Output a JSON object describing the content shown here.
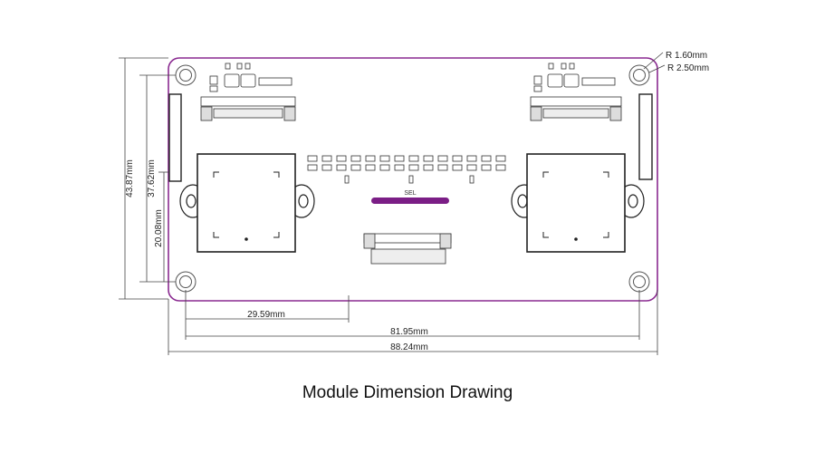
{
  "caption": "Module Dimension Drawing",
  "dimensions": {
    "radius_inner": "R 1.60mm",
    "radius_outer": "R 2.50mm",
    "height_total": "43.87mm",
    "height_holes": "37.62mm",
    "height_center": "20.08mm",
    "width_center": "29.59mm",
    "width_holes": "81.95mm",
    "width_total": "88.24mm"
  },
  "board": {
    "silkscreen_label": "SEL",
    "outline_color": "#8a2a90",
    "accent_color": "#7b1e86"
  }
}
